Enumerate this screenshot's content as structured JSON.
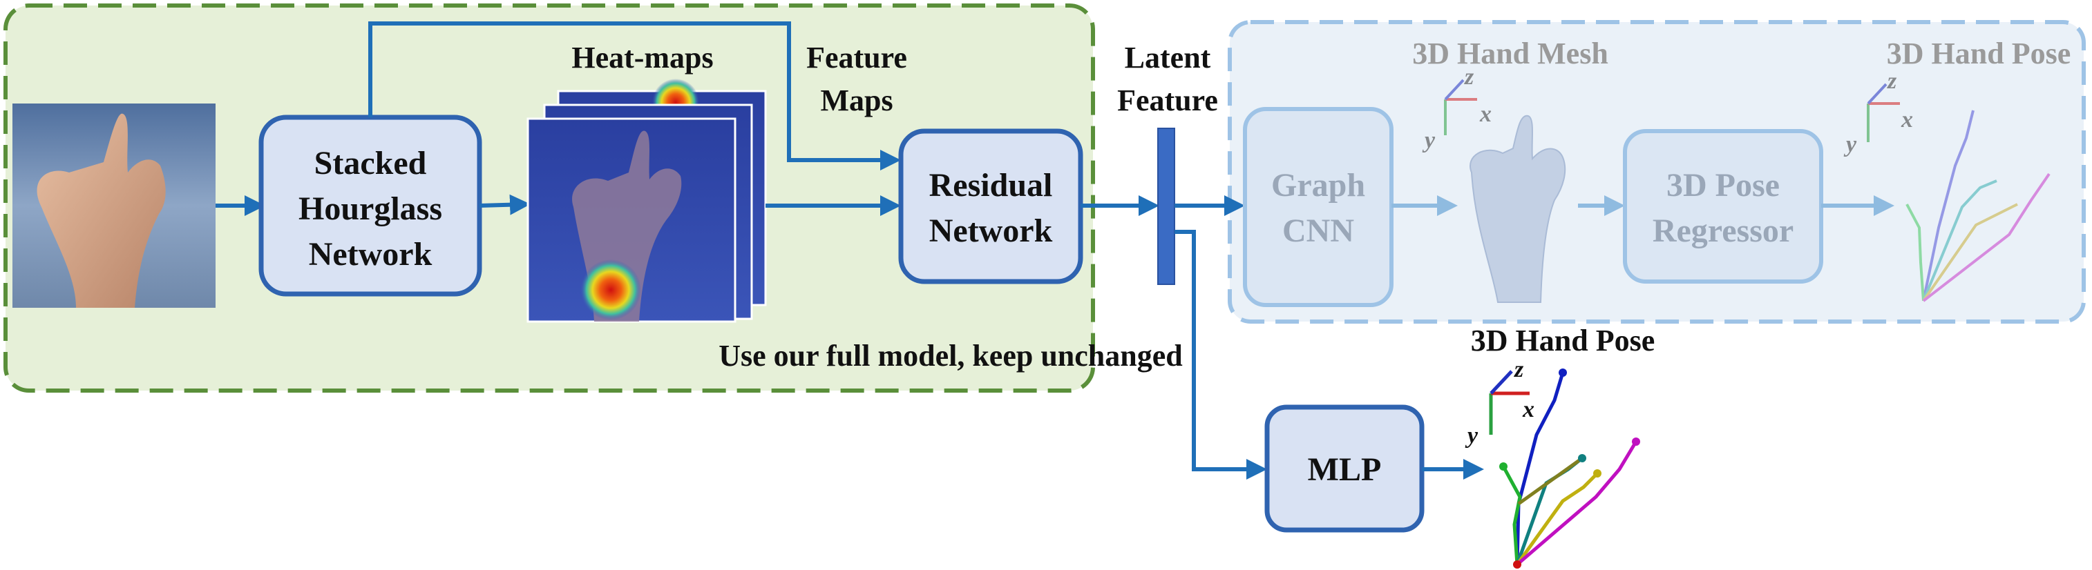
{
  "colors": {
    "arrow": "#1f6fb8",
    "left_panel_fill": "#e6f0d8",
    "left_panel_border": "#5a8f3a",
    "right_panel_fill": "#eaf1f8",
    "right_panel_border": "#9ec3e6",
    "box_fill": "#d9e2f3",
    "box_border": "#2f63b0",
    "latent_bar": "#3a6bc4"
  },
  "labels": {
    "heatmaps": "Heat-maps",
    "feature_maps_1": "Feature",
    "feature_maps_2": "Maps",
    "latent_feature_1": "Latent",
    "latent_feature_2": "Feature",
    "full_model": "Use our full model, keep unchanged",
    "mesh_title": "3D Hand Mesh",
    "pose_title_faded": "3D Hand Pose",
    "pose_title": "3D Hand Pose"
  },
  "boxes": {
    "hourglass": [
      "Stacked",
      "Hourglass",
      "Network"
    ],
    "residual": [
      "Residual",
      "Network"
    ],
    "graph_cnn": [
      "Graph",
      "CNN"
    ],
    "pose_regressor": [
      "3D Pose",
      "Regressor"
    ],
    "mlp": [
      "MLP"
    ]
  },
  "axes": {
    "x": "x",
    "y": "y",
    "z": "z"
  },
  "icons": {
    "input_image": "hand-photo-icon",
    "heatmaps": "heatmap-stack-icon",
    "hand_mesh": "hand-mesh-icon",
    "skeleton": "hand-skeleton-icon"
  }
}
